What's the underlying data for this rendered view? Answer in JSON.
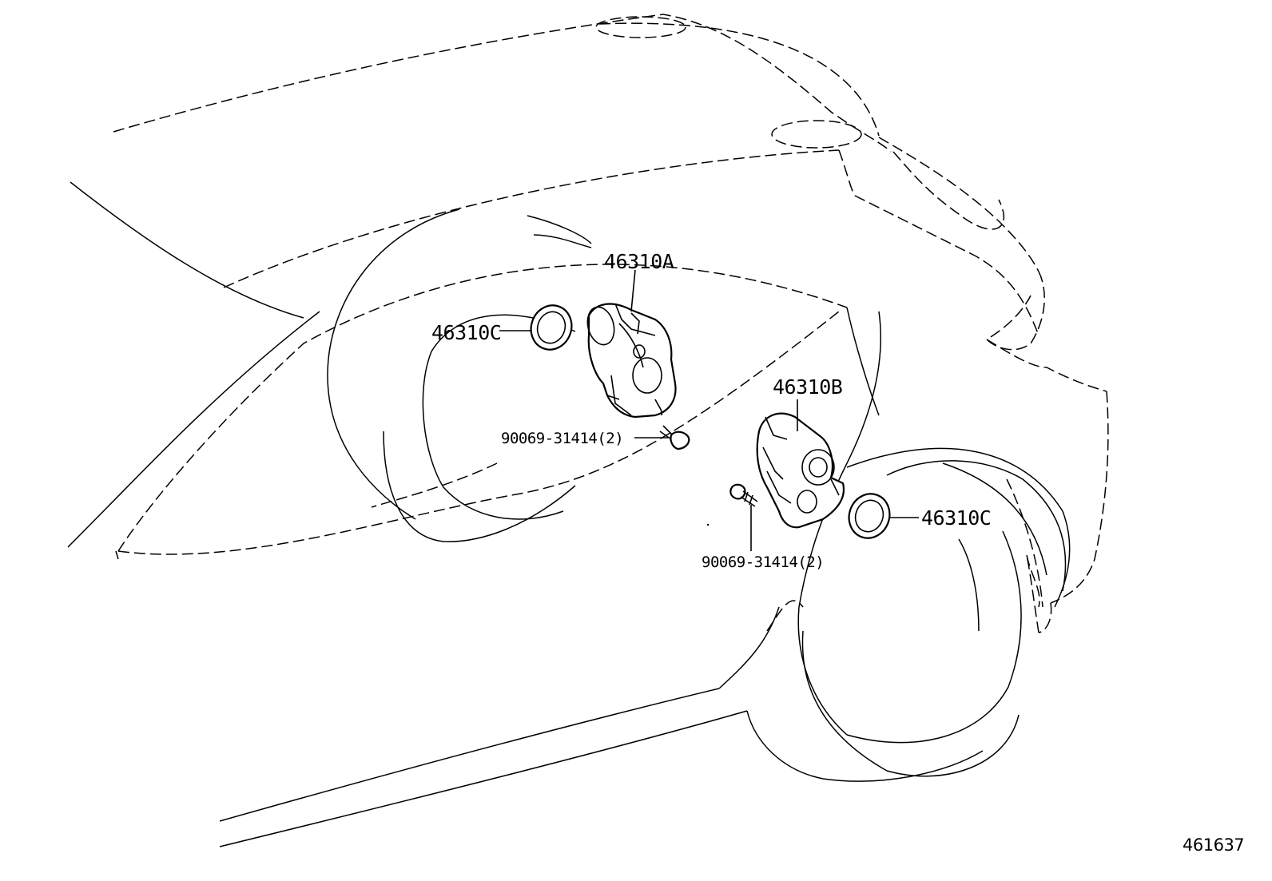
{
  "diagram": {
    "callouts": {
      "actuator_a": "46310A",
      "actuator_b": "46310B",
      "seal_left": "46310C",
      "seal_right": "46310C",
      "screw_upper": "90069-31414(2)",
      "screw_lower": "90069-31414(2)"
    },
    "reference_id": "461637"
  }
}
